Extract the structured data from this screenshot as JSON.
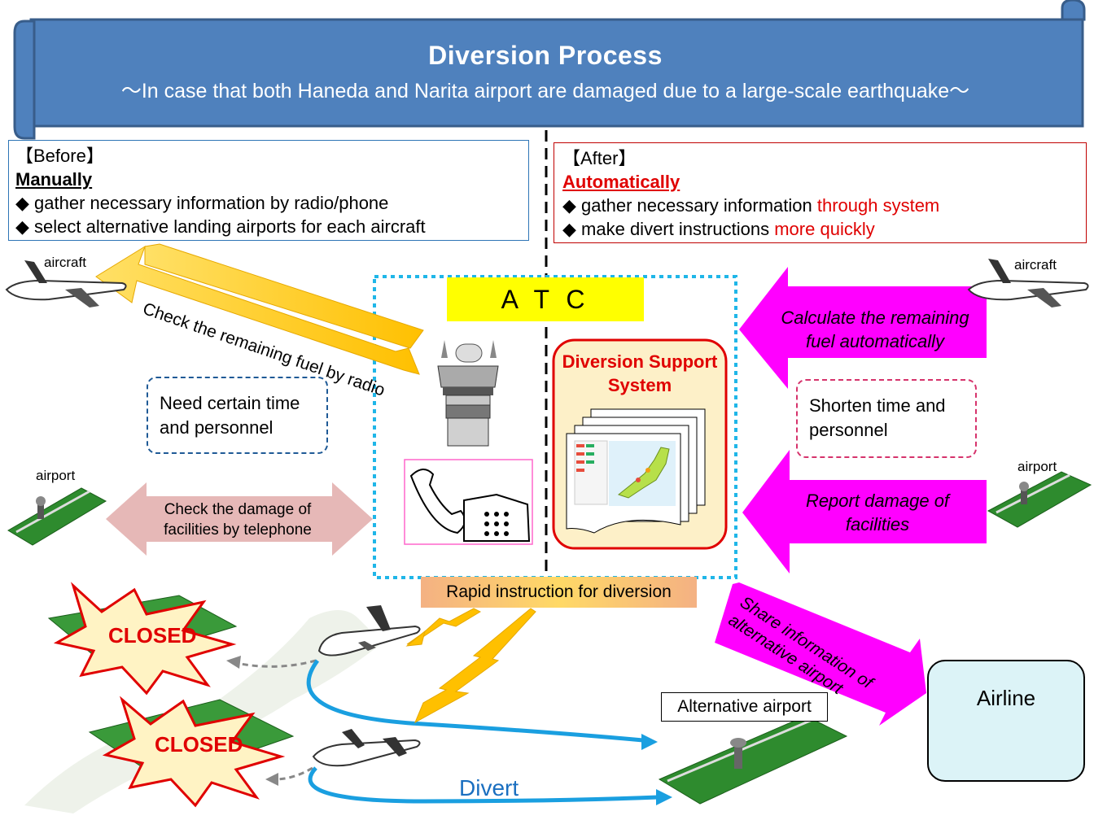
{
  "banner": {
    "title": "Diversion  Process",
    "subtitle": "～In case that both Haneda and Narita airport are damaged due to a large-scale earthquake～"
  },
  "before": {
    "heading": "【Before】",
    "mode": "Manually",
    "items": [
      "gather necessary information by radio/phone",
      "select alternative landing airports for each aircraft"
    ]
  },
  "after": {
    "heading": "【After】",
    "mode": "Automatically",
    "item1_prefix": "gather necessary information ",
    "item1_highlight": "through system",
    "item2_prefix": "make divert instructions ",
    "item2_highlight": "more quickly"
  },
  "labels": {
    "aircraft_left": "aircraft",
    "aircraft_right": "aircraft",
    "airport_left": "airport",
    "airport_right": "airport",
    "atc": "A T C",
    "dss": "Diversion Support System",
    "fuel_radio": "Check the remaining fuel by radio",
    "need_time": "Need certain time and personnel",
    "check_damage": "Check the damage  of facilities by telephone",
    "calc_fuel": "Calculate the remaining fuel automatically",
    "shorten": "Shorten time and personnel",
    "report_damage": "Report damage of facilities",
    "rapid": "Rapid instruction for diversion",
    "share": "Share information of alternative airport",
    "closed1": "CLOSED",
    "closed2": "CLOSED",
    "alt_airport": "Alternative airport",
    "airline": "Airline",
    "divert": "Divert"
  },
  "colors": {
    "banner": "#4f81bd",
    "magenta": "#ff00ff",
    "atc_border": "#1fb6e8",
    "arrow_blue": "#1a9fe0",
    "red_text": "#e00000",
    "pink_arrow": "#e6b8b7"
  }
}
